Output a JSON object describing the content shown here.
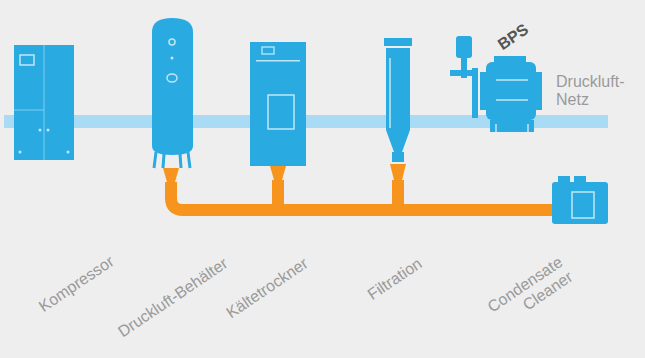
{
  "diagram": {
    "labels": [
      "BPS",
      "Druckluft- Netz",
      "Kompressor",
      "Druckluft-Behälter",
      "Kältetrockner",
      "Filtration",
      "Condensate Cleaner"
    ]
  }
}
